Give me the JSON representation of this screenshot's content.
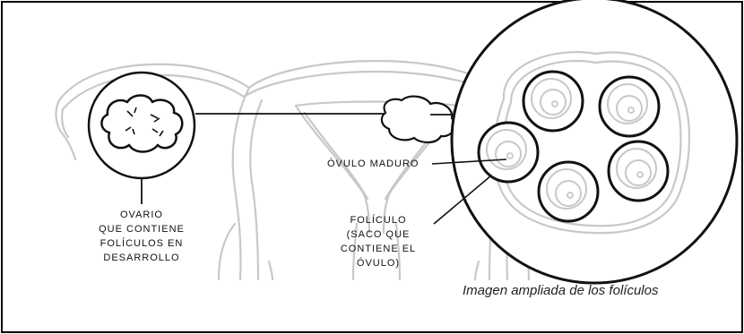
{
  "labels": {
    "ovario": [
      "OVARIO",
      "QUE CONTIENE",
      "FOLÍCULOS EN",
      "DESARROLLO"
    ],
    "ovulo_maduro": "ÓVULO MADURO",
    "foliculo": [
      "FOLÍCULO",
      "(SACO QUE",
      "CONTIENE EL",
      "ÓVULO)"
    ]
  },
  "caption": "Imagen ampliada de los folículos",
  "colors": {
    "outline": "#111111",
    "uterus_gray": "#c8c8c8",
    "border": "#000000"
  },
  "icons": [
    "uterus-illustration",
    "ovary-cloud-icon",
    "follicle-icon"
  ]
}
